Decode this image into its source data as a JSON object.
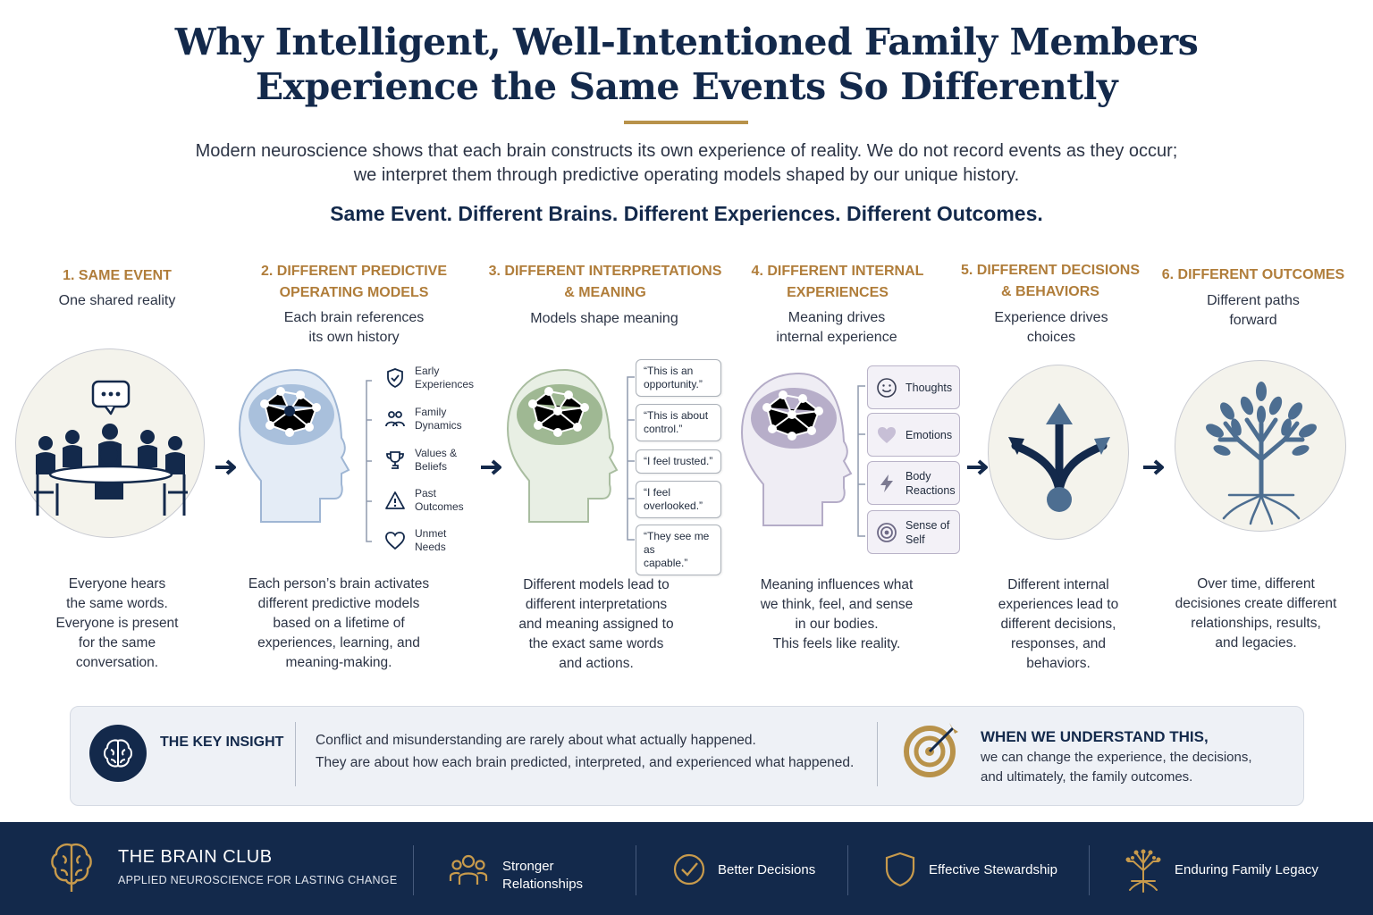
{
  "header": {
    "title_line1": "Why Intelligent, Well-Intentioned Family Members",
    "title_line2": "Experience the Same Events So Differently",
    "intro_line1": "Modern neuroscience shows that each brain constructs its own experience of reality. We do not record events as they occur;",
    "intro_line2": "we interpret them through predictive operating models shaped by our unique history.",
    "tagline": "Same Event. Different Brains. Different Experiences. Different Outcomes."
  },
  "steps": [
    {
      "title_lines": [
        "1. SAME EVENT"
      ],
      "subtitle_lines": [
        "One shared reality"
      ],
      "desc_lines": [
        "Everyone hears",
        "the same words.",
        "Everyone is present",
        "for the same",
        "conversation."
      ]
    },
    {
      "title_lines": [
        "2. DIFFERENT PREDICTIVE",
        "OPERATING MODELS"
      ],
      "subtitle_lines": [
        "Each brain references",
        "its own history"
      ],
      "desc_lines": [
        "Each person’s brain activates",
        "different predictive models",
        "based on a lifetime of",
        "experiences, learning, and",
        "meaning-making."
      ],
      "factors": [
        {
          "lines": [
            "Early",
            "Experiences"
          ],
          "icon": "shield-icon"
        },
        {
          "lines": [
            "Family",
            "Dynamics"
          ],
          "icon": "people-icon"
        },
        {
          "lines": [
            "Values &",
            "Beliefs"
          ],
          "icon": "trophy-icon"
        },
        {
          "lines": [
            "Past",
            "Outcomes"
          ],
          "icon": "warning-icon"
        },
        {
          "lines": [
            "Unmet",
            "Needs"
          ],
          "icon": "heart-icon"
        }
      ]
    },
    {
      "title_lines": [
        "3. DIFFERENT INTERPRETATIONS",
        "& MEANING"
      ],
      "subtitle_lines": [
        "Models shape meaning"
      ],
      "desc_lines": [
        "Different models lead to",
        "different interpretations",
        "and meaning assigned to",
        "the exact same words",
        "and actions."
      ],
      "quotes": [
        [
          "“This is an",
          "opportunity.”"
        ],
        [
          "“This is about",
          "control.”"
        ],
        [
          "“I feel trusted.”"
        ],
        [
          "“I feel",
          "overlooked.”"
        ],
        [
          "“They see me as",
          "capable.”"
        ]
      ]
    },
    {
      "title_lines": [
        "4. DIFFERENT INTERNAL",
        "EXPERIENCES"
      ],
      "subtitle_lines": [
        "Meaning drives",
        "internal experience"
      ],
      "desc_lines": [
        "Meaning influences what",
        "we think, feel, and sense",
        "in our bodies.",
        "This feels like reality."
      ],
      "experiences": [
        {
          "lines": [
            "Thoughts"
          ],
          "icon": "smiley-icon"
        },
        {
          "lines": [
            "Emotions"
          ],
          "icon": "heart-icon"
        },
        {
          "lines": [
            "Body",
            "Reactions"
          ],
          "icon": "lightning-icon"
        },
        {
          "lines": [
            "Sense of",
            "Self"
          ],
          "icon": "target-icon"
        }
      ]
    },
    {
      "title_lines": [
        "5. DIFFERENT DECISIONS",
        "& BEHAVIORS"
      ],
      "subtitle_lines": [
        "Experience drives",
        "choices"
      ],
      "desc_lines": [
        "Different internal",
        "experiences lead to",
        "different decisions,",
        "responses, and",
        "behaviors."
      ]
    },
    {
      "title_lines": [
        "6. DIFFERENT OUTCOMES"
      ],
      "subtitle_lines": [
        "Different paths",
        "forward"
      ],
      "desc_lines": [
        "Over time, different",
        "decisiones create different",
        "relationships, results,",
        "and legacies."
      ]
    }
  ],
  "insight": {
    "label": "THE KEY INSIGHT",
    "line1": "Conflict and misunderstanding are rarely about what actually happened.",
    "line2": "They are about how each brain predicted, interpreted, and experienced what happened.",
    "when_head": "WHEN WE UNDERSTAND THIS,",
    "when_line1": "we can change the experience, the decisions,",
    "when_line2": "and ultimately, the family outcomes."
  },
  "footer": {
    "brand_name": "THE BRAIN CLUB",
    "brand_tag": "APPLIED NEUROSCIENCE FOR LASTING CHANGE",
    "items": [
      {
        "lines": [
          "Stronger",
          "Relationships"
        ],
        "icon": "people-icon"
      },
      {
        "lines": [
          "Better Decisions"
        ],
        "icon": "check-circle-icon"
      },
      {
        "lines": [
          "Effective Stewardship"
        ],
        "icon": "shield-icon"
      },
      {
        "lines": [
          "Enduring Family Legacy"
        ],
        "icon": "tree-icon"
      }
    ]
  },
  "colors": {
    "navy": "#13294b",
    "gold": "#b07d3a",
    "brain_blue": "#a9c0dc",
    "brain_green": "#9fb893",
    "brain_purple": "#b7aec9",
    "tree_blue": "#4d6e91"
  }
}
